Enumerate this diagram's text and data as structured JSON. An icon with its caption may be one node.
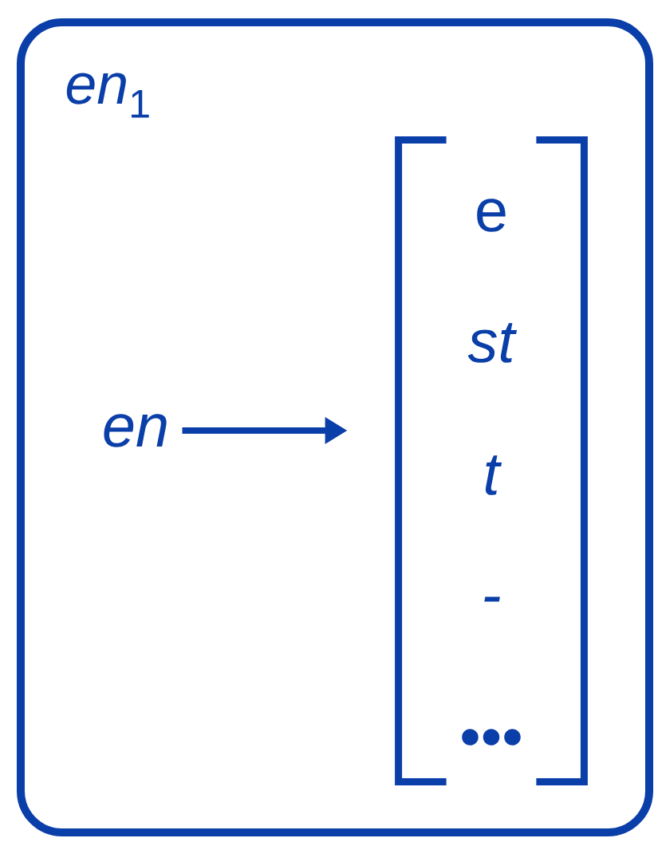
{
  "diagram": {
    "nodes": [
      {
        "text": [
          "*en*$_{1}$"
        ]
      },
      {
        "text": [
          "en"
        ],
        "in": 0
      },
      {
        "text": [
          "e",
          "st",
          "t",
          "-",
          "•••"
        ],
        "in": 0
      }
    ],
    "edges": [
      {
        "from": 1,
        "to": 2,
        "arrow": "to"
      }
    ]
  }
}
